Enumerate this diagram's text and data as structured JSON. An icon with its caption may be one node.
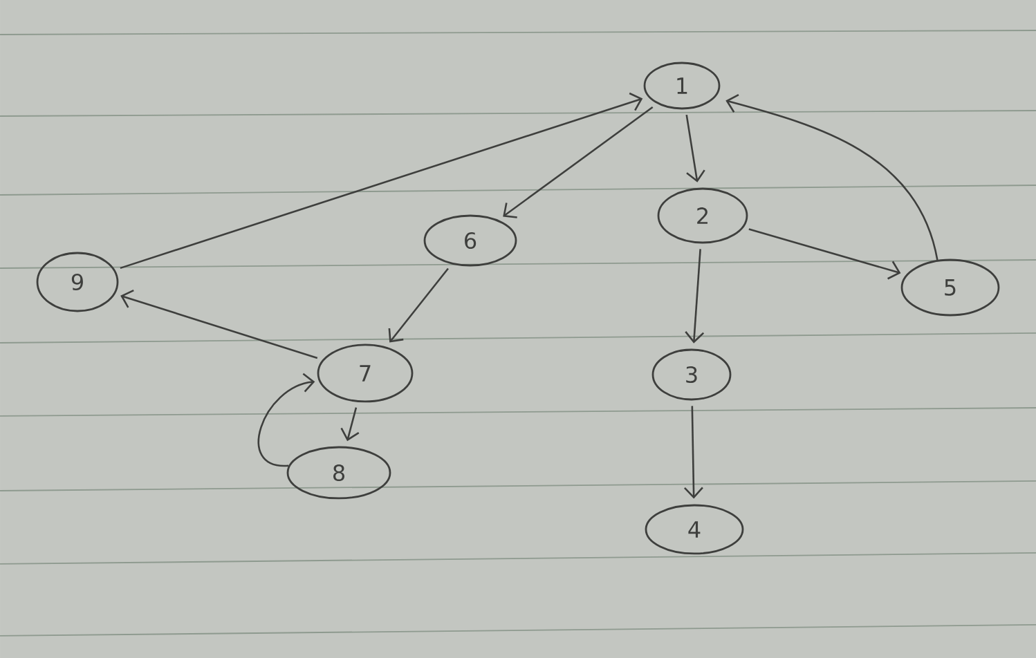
{
  "diagram": {
    "nodes": [
      {
        "text": [
          "1"
        ]
      },
      {
        "text": [
          "2"
        ]
      },
      {
        "text": [
          "3"
        ]
      },
      {
        "text": [
          "4"
        ]
      },
      {
        "text": [
          "5"
        ]
      },
      {
        "text": [
          "6"
        ]
      },
      {
        "text": [
          "7"
        ]
      },
      {
        "text": [
          "8"
        ]
      },
      {
        "text": [
          "9"
        ]
      }
    ],
    "edges": [
      {
        "from": 8,
        "to": 0,
        "arrow": "to"
      },
      {
        "from": 0,
        "to": 5,
        "arrow": "to"
      },
      {
        "from": 0,
        "to": 1,
        "arrow": "to"
      },
      {
        "from": 1,
        "to": 4,
        "arrow": "to"
      },
      {
        "from": 4,
        "to": 0,
        "arrow": "to"
      },
      {
        "from": 1,
        "to": 2,
        "arrow": "to"
      },
      {
        "from": 2,
        "to": 3,
        "arrow": "to"
      },
      {
        "from": 5,
        "to": 6,
        "arrow": "to"
      },
      {
        "from": 6,
        "to": 8,
        "arrow": "to"
      },
      {
        "from": 6,
        "to": 7,
        "arrow": "to"
      },
      {
        "from": 7,
        "to": 6,
        "arrow": "to"
      }
    ]
  }
}
